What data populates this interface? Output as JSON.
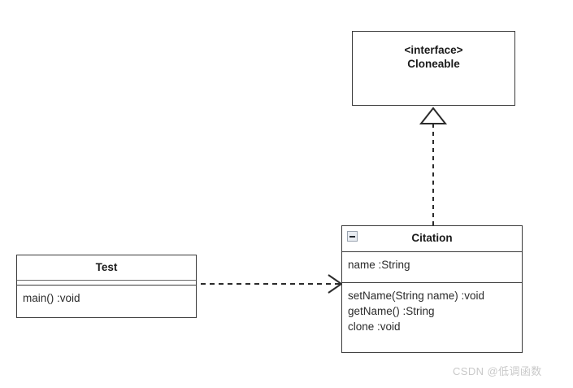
{
  "diagram": {
    "type": "uml-class-diagram",
    "background_color": "#ffffff",
    "line_color": "#3a3a3a",
    "text_color": "#1a1a1a"
  },
  "classes": {
    "cloneable": {
      "stereotype": "<interface>",
      "name": "Cloneable",
      "attributes": [],
      "operations": []
    },
    "citation": {
      "name": "Citation",
      "collapse_icon": "minus-box-icon",
      "attributes": [
        "name :String"
      ],
      "operations": [
        "setName(String name) :void",
        "getName() :String",
        "clone :void"
      ]
    },
    "test": {
      "name": "Test",
      "attributes": [],
      "operations": [
        "main() :void"
      ]
    }
  },
  "relationships": [
    {
      "id": "realization",
      "kind": "realization",
      "line_style": "dashed",
      "arrowhead": "hollow-triangle",
      "from": "Citation",
      "to": "Cloneable"
    },
    {
      "id": "dependency",
      "kind": "dependency",
      "line_style": "dashed",
      "arrowhead": "open-arrow",
      "from": "Test",
      "to": "Citation"
    }
  ],
  "watermark": {
    "text": "CSDN @低调函数",
    "color": "#c9c9c9"
  }
}
